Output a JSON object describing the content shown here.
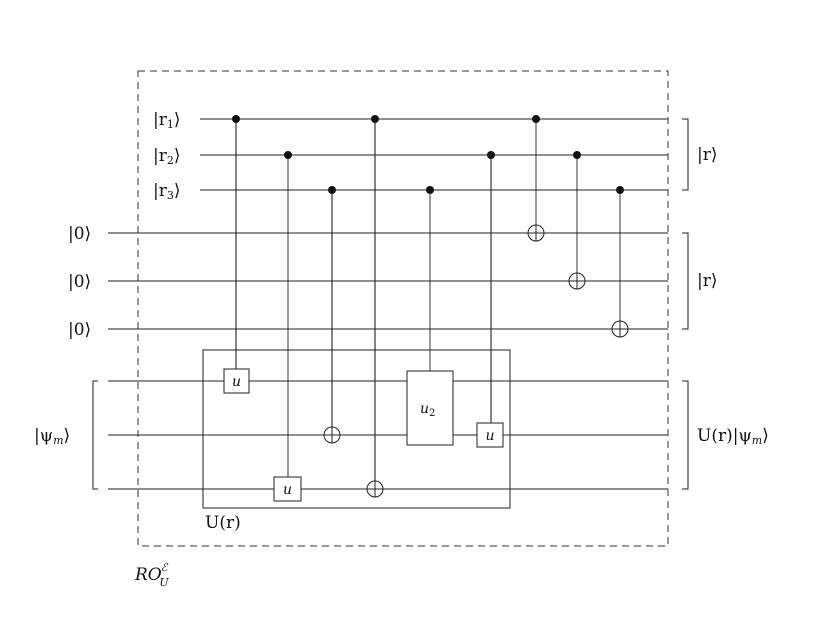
{
  "register_labels": [
    {
      "main": "|r",
      "sub": "1",
      "end": "⟩"
    },
    {
      "main": "|r",
      "sub": "2",
      "end": "⟩"
    },
    {
      "main": "|r",
      "sub": "3",
      "end": "⟩"
    }
  ],
  "ancilla_labels": [
    "|0⟩",
    "|0⟩",
    "|0⟩"
  ],
  "input_state": {
    "main": "|ψ",
    "sub": "m",
    "end": "⟩"
  },
  "output_labels": {
    "register": "|r⟩",
    "ancilla": "|r⟩",
    "state": {
      "pre": "U(r)|ψ",
      "sub": "m",
      "end": "⟩"
    }
  },
  "gates": {
    "u": "u",
    "u2": {
      "main": "u",
      "sub": "2"
    }
  },
  "sub_circuit_label": "U(r)",
  "oracle_label": {
    "main": "RO",
    "sup": "ℰ",
    "sub": "U"
  }
}
